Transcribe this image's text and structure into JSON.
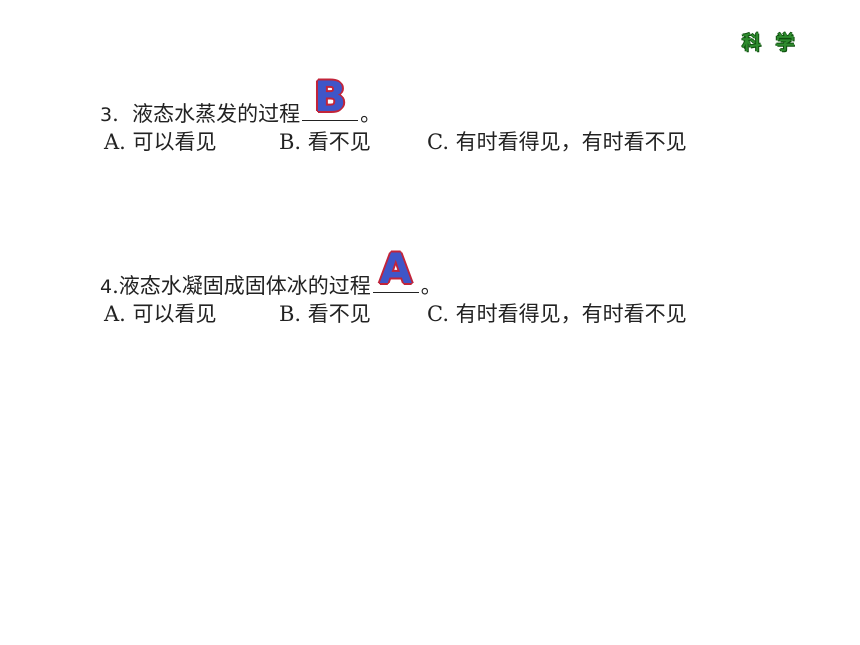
{
  "header": {
    "subject": "科 学"
  },
  "questions": [
    {
      "number": "3",
      "separator": ".",
      "text": "液态水蒸发的过程",
      "answer": "B",
      "end": "。",
      "options": [
        "A. 可以看见",
        "B. 看不见",
        "C. 有时看得见，有时看不见"
      ]
    },
    {
      "number": "4",
      "separator": ".",
      "text": "液态水凝固成固体冰的过程",
      "answer": "A",
      "end": "。",
      "options": [
        "A. 可以看见",
        "B. 看不见",
        "C. 有时看得见，有时看不见"
      ]
    }
  ],
  "colors": {
    "subject_green": "#2e8b2e",
    "answer_fill": "#3f56c8",
    "answer_outline": "#c2243a"
  }
}
